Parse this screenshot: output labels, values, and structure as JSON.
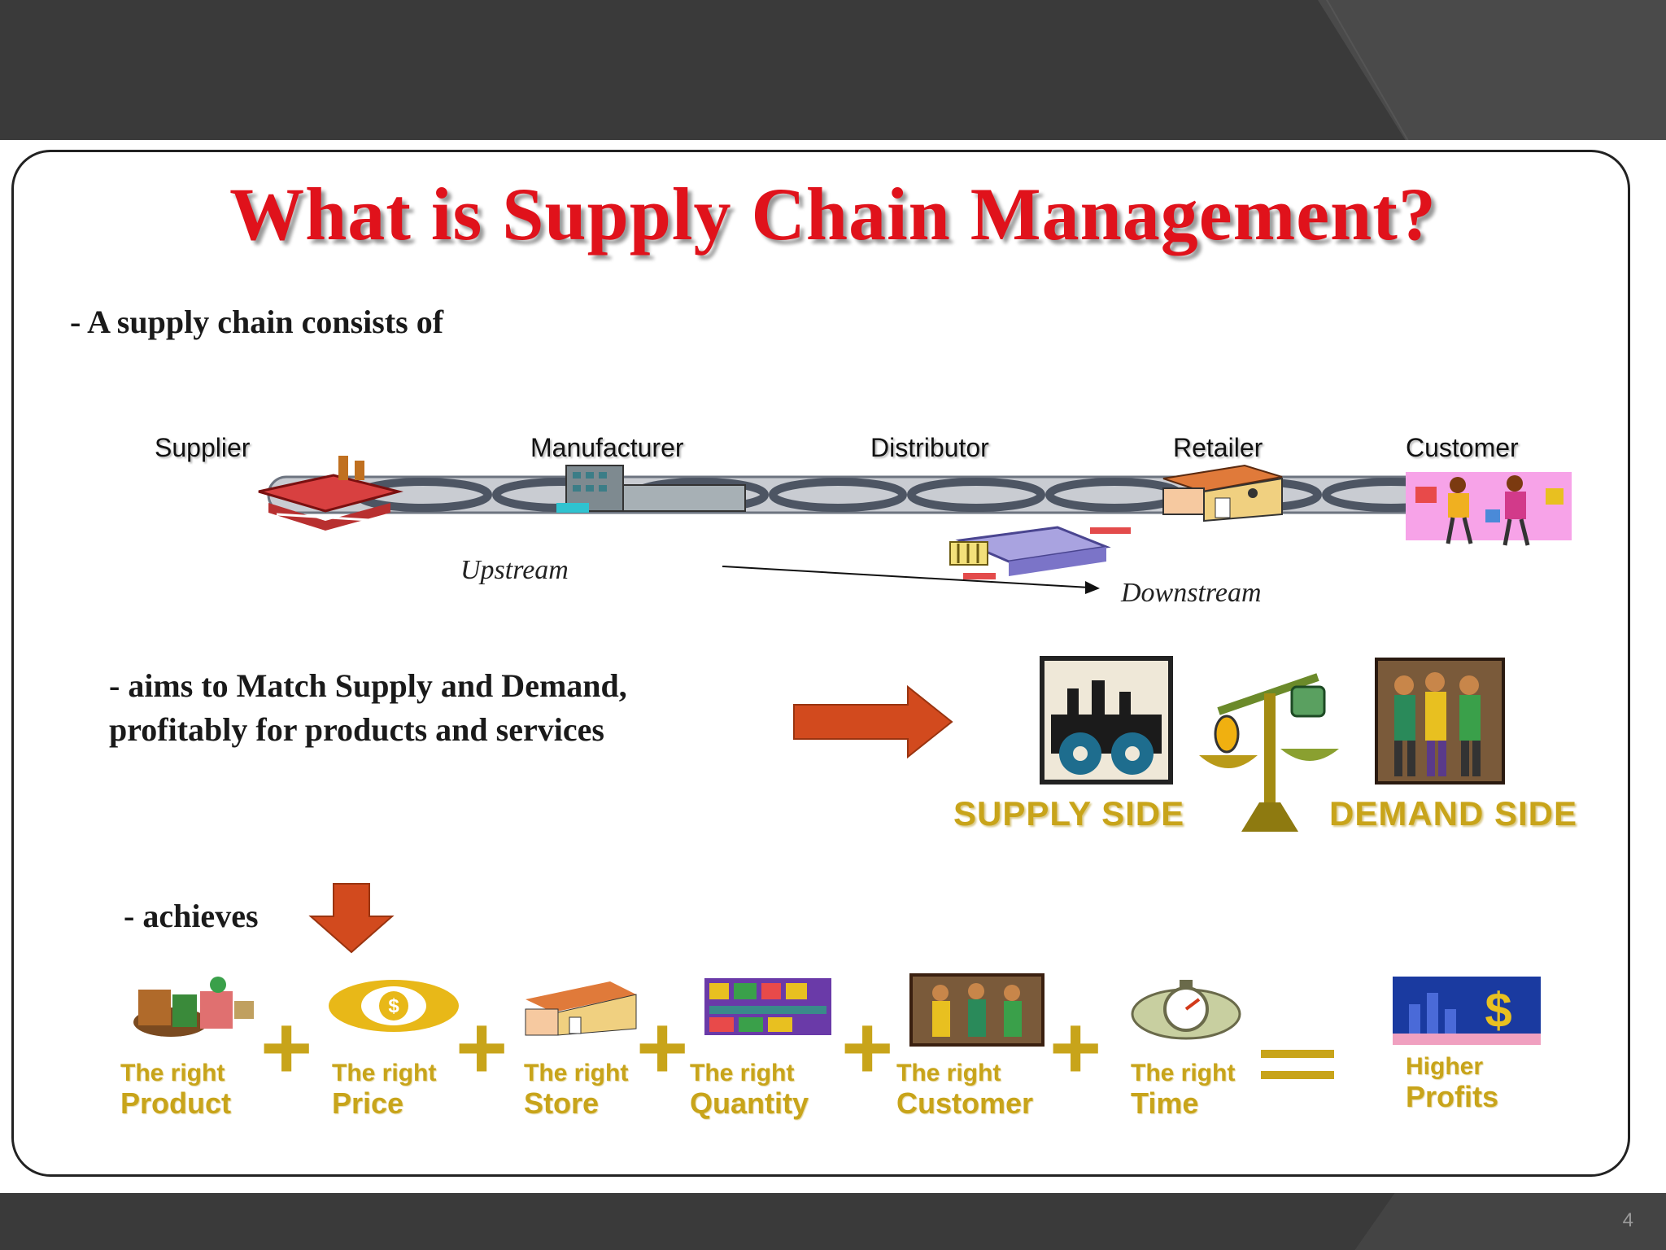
{
  "slide": {
    "title": "What is Supply Chain Management?",
    "page_number": "4"
  },
  "section1": {
    "text": "- A supply chain consists of",
    "nodes": [
      "Supplier",
      "Manufacturer",
      "Distributor",
      "Retailer",
      "Customer"
    ],
    "upstream_label": "Upstream",
    "downstream_label": "Downstream"
  },
  "section2": {
    "text_line1": "- aims to Match Supply and Demand,",
    "text_line2": "profitably for products and services",
    "supply_label": "SUPPLY SIDE",
    "demand_label": "DEMAND SIDE"
  },
  "section3": {
    "text": "- achieves",
    "items": [
      {
        "small": "The right",
        "large": "Product"
      },
      {
        "small": "The right",
        "large": "Price"
      },
      {
        "small": "The right",
        "large": "Store"
      },
      {
        "small": "The right",
        "large": "Quantity"
      },
      {
        "small": "The right",
        "large": "Customer"
      },
      {
        "small": "The right",
        "large": "Time"
      }
    ],
    "result": {
      "small": "Higher",
      "large": "Profits"
    }
  },
  "colors": {
    "title_red": "#e0121b",
    "gold": "#c8a41a",
    "arrow_orange": "#d24a1e",
    "bar_dark": "#3a3a3a"
  },
  "icons": [
    "factory-icon",
    "building-icon",
    "warehouse-icon",
    "store-icon",
    "shoppers-icon",
    "truck-icon",
    "gears-factory-icon",
    "balance-scale-icon",
    "crowd-icon",
    "grocery-icon",
    "price-tag-icon",
    "shelf-icon",
    "stopwatch-icon",
    "profit-chart-icon"
  ]
}
